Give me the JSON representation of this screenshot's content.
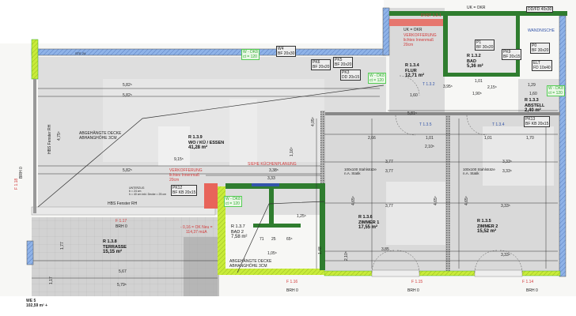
{
  "rooms": [
    {
      "id": "R 1.3.9",
      "name": "WO / KÜ / ESSEN",
      "area": "41,28 m²"
    },
    {
      "id": "R 1.3.4",
      "name": "FLUR",
      "area": "12,71 m²"
    },
    {
      "id": "R 1.3.2",
      "name": "BAD",
      "area": "5,36 m²"
    },
    {
      "id": "R 1.3.3",
      "name": "ABSTELL",
      "area": "2,40 m²"
    },
    {
      "id": "R 1.3.6",
      "name": "ZIMMER 1",
      "area": "17,55 m²"
    },
    {
      "id": "R 1.3.5",
      "name": "ZIMMER 2",
      "area": "15,52 m²"
    },
    {
      "id": "R 1.3.7",
      "name": "BAD 2",
      "area": "7,58 m²"
    },
    {
      "id": "R 1.3.8",
      "name": "TERRASSE",
      "area": "15,15 m²"
    }
  ],
  "notes": {
    "ceiling_1": [
      "ABGEHÄNGTE DECKE",
      "ABHANGHÖHE 3CM"
    ],
    "ceiling_2": [
      "ABGEHÄNGTE DECKE",
      "ABHANGHÖHE 3CM"
    ],
    "verkofferung_1": [
      "VERKOFFERUNG",
      "lichtes Innenmaß",
      "20cm"
    ],
    "verkofferung_2": [
      "VERKOFFERUNG",
      "lichtes Innenmaß",
      "20cm"
    ],
    "kuechen": "SIEHE KÜCHENPLANUNG",
    "hbs_1": "HBS Fenster RH",
    "hbs_2": "HBS Fenster RH",
    "stahl_1": [
      "100x100 Stahlstütze",
      "n.A. Statik"
    ],
    "stahl_2": [
      "100x100 Stahlstütze",
      "n.A. Statik"
    ],
    "unterzug": [
      "UNTERZUG",
      "b = 24 cm",
      "h = 40 cm inkl. Decke = 25 cm"
    ],
    "level": [
      "- 0,16 = OK Neu =",
      "114,37 müA"
    ],
    "wandnische": "WANDNISCHE",
    "uk_okr_1": "UK = OKR",
    "uk_okr_2": "UK = OKR",
    "ste": "STE 24",
    "we": [
      "WE 5",
      "102,59 m² +"
    ]
  },
  "tags": {
    "pk12": [
      "PK12",
      "BF KB 20x15"
    ],
    "pk6": [
      "PK6",
      "BF 20x20"
    ],
    "w4": [
      "W4",
      "BF 20x30"
    ],
    "pk5": [
      "PK5",
      "BF 20x20"
    ],
    "pk3": [
      "PK3",
      "DD 20x15"
    ],
    "p1": [
      "P1",
      "BF 30x20"
    ],
    "pk9": [
      "PK9",
      "BF 20x15"
    ],
    "p0": [
      "P0",
      "BF 30x20"
    ],
    "elt": [
      "ELT",
      "FD 10x40"
    ],
    "pk13": [
      "PK13",
      "BF KB 20x15"
    ],
    "ddfd": "DD/FD 40x30",
    "dvst": "DVST 1.3.1"
  },
  "green_tags": {
    "w_dk8_a": [
      "W - DK8",
      "ct = 120"
    ],
    "w_dk8_b": [
      "W - DK8",
      "ct = 120"
    ],
    "w_dk8_c": [
      "W - DK8",
      "ct = 120"
    ],
    "w_dk8_d": [
      "W - DK8",
      "ct = 120"
    ]
  },
  "windows": [
    "F 1.18",
    "F 1.17",
    "F 1.16",
    "F 1.15",
    "F 1.14"
  ],
  "brh": [
    "BRH 0",
    "BRH 0",
    "BRH 0",
    "BRH 0",
    "BRH 0"
  ],
  "doors": [
    "T 1.3.2",
    "T 1.3.5",
    "T 1.3.4"
  ],
  "dims": {
    "living": [
      "5,82⁵",
      "5,82⁵",
      "5,82⁵",
      "9,15⁵",
      "4,75⁵",
      "3,38⁵",
      "3,33",
      "4,05⁵",
      "1,16⁵"
    ],
    "flur": [
      "5,81⁵",
      "1,60",
      "1,01",
      "1,90⁵",
      "2,15⁵",
      "3,95⁵",
      "1,29",
      "1,60"
    ],
    "zimmer": [
      "2,66",
      "1,01",
      "2,10⁵",
      "3,77",
      "3,77",
      "3,77",
      "4,65⁵",
      "4,65⁵",
      "3,85",
      "1,01",
      "3,33⁵",
      "3,33⁵",
      "3,33⁵",
      "3,33⁵",
      "1,70",
      "4,65⁵",
      "2,10⁵"
    ],
    "terrace": [
      "5,67",
      "5,79⁵",
      "1,17",
      "1,77"
    ],
    "bad2": [
      "1,25⁵",
      "71",
      "25",
      "65⁵",
      "1,05⁵",
      "1,48"
    ]
  },
  "colors": {
    "wall_green": "#2f7d2f",
    "wall_lime": "#c8ec3a",
    "wall_blue": "#8fb3e8",
    "red_note": "#d23a3a",
    "red_box": "#e8645a",
    "floor": "#dcdcdc",
    "terrace": "#cfcfcf"
  }
}
